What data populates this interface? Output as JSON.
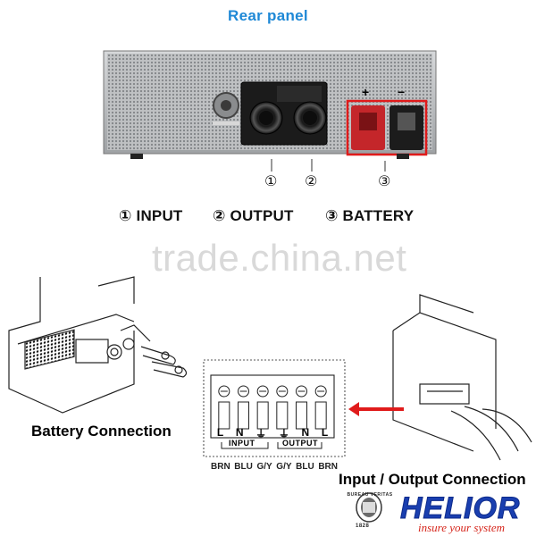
{
  "header": {
    "title": "Rear panel"
  },
  "rear_panel": {
    "callouts": [
      "①",
      "②",
      "③"
    ],
    "polarity": {
      "positive": "+",
      "negative": "−"
    },
    "port_labels": {
      "input": "INPUT",
      "output": "OUTPUT"
    }
  },
  "legend": {
    "input": "① INPUT",
    "output": "② OUTPUT",
    "battery": "③ BATTERY"
  },
  "watermark": "trade.china.net",
  "terminal_block": {
    "terminals": [
      "L",
      "N",
      "⏚",
      "⏚",
      "N",
      "L"
    ],
    "group_labels": {
      "input": "INPUT",
      "output": "OUTPUT"
    },
    "wire_colors": [
      "BRN",
      "BLU",
      "G/Y",
      "G/Y",
      "BLU",
      "BRN"
    ]
  },
  "captions": {
    "battery_connection": "Battery Connection",
    "io_connection": "Input / Output Connection"
  },
  "branding": {
    "certification_text": "BUREAU VERITAS",
    "certification_year": "1828",
    "logo": "HELIOR",
    "tagline": "insure your system"
  },
  "colors": {
    "title_blue": "#1e88d6",
    "highlight_red": "#e01b1b",
    "battery_pos": "#c4262a",
    "logo_blue": "#1a3fb0",
    "tagline_red": "#d6261c"
  }
}
